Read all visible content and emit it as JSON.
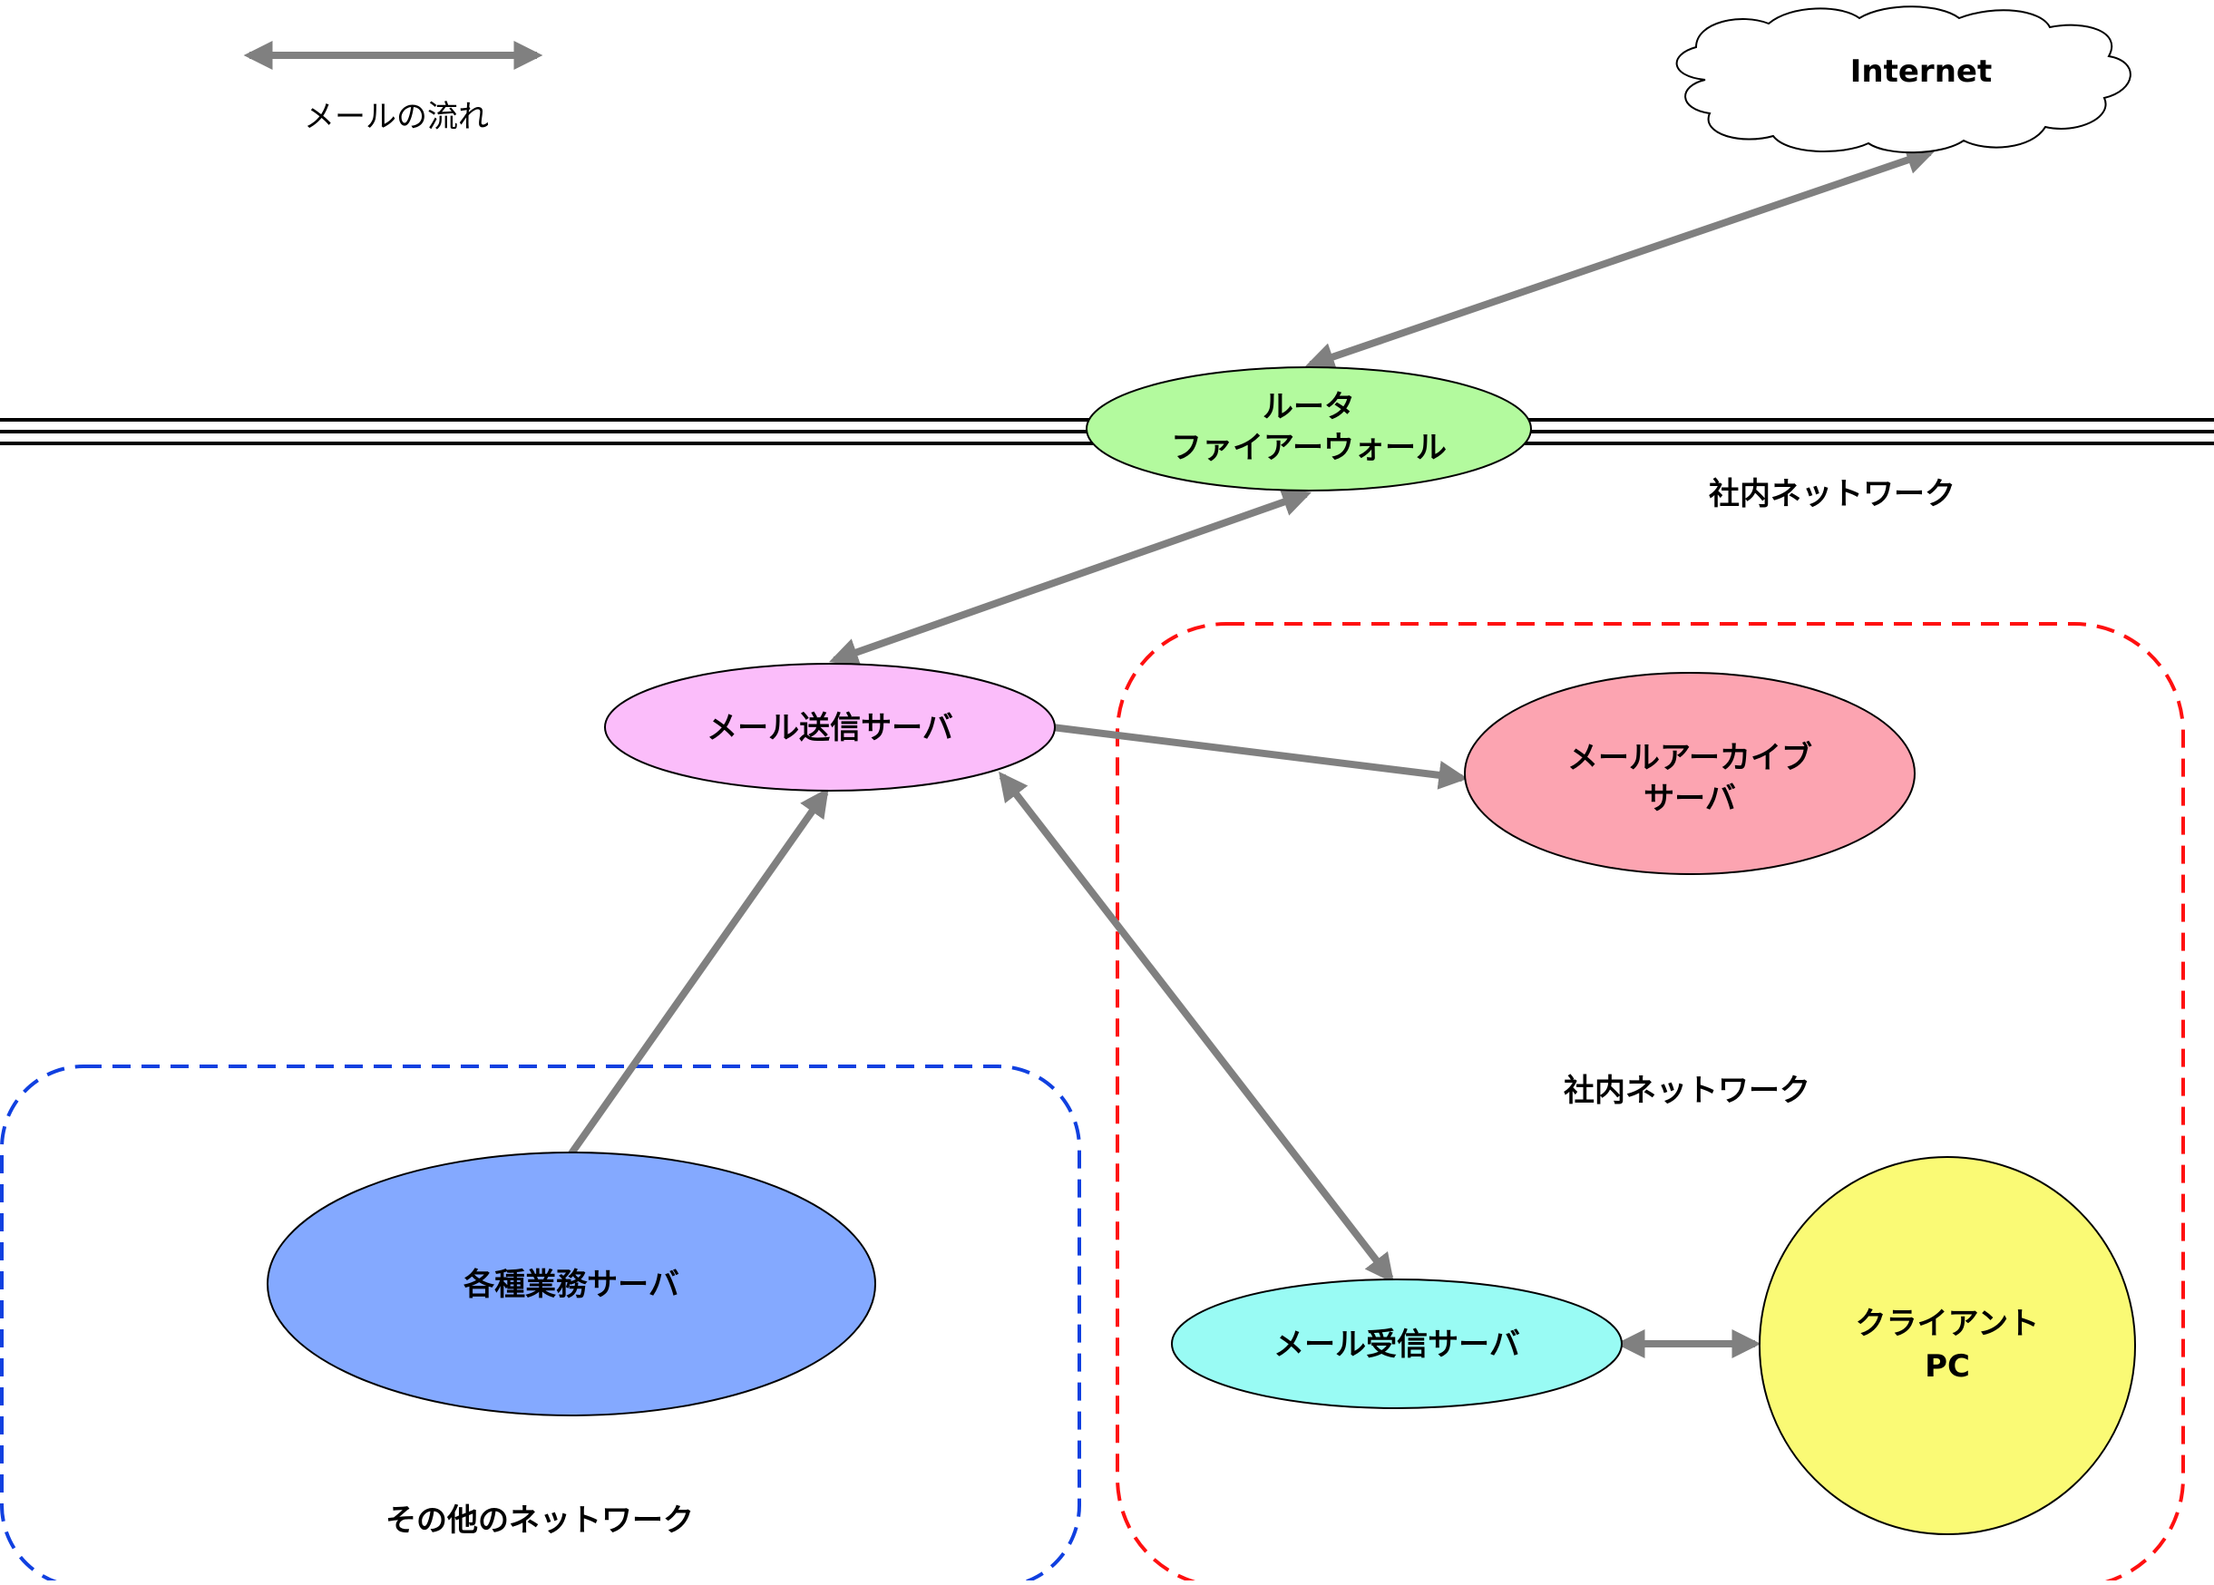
{
  "legend": {
    "label": "メールの流れ"
  },
  "nodes": {
    "internet": {
      "label": "Internet"
    },
    "router": {
      "line1": "ルータ",
      "line2": "ファイアーウォール"
    },
    "send_server": {
      "label": "メール送信サーバ"
    },
    "archive_server": {
      "line1": "メールアーカイブ",
      "line2": "サーバ"
    },
    "business_servers": {
      "label": "各種業務サーバ"
    },
    "recv_server": {
      "label": "メール受信サーバ"
    },
    "client_pc": {
      "line1": "クライアント",
      "line2": "PC"
    }
  },
  "zones": {
    "backbone_label": "社内ネットワーク",
    "internal_label": "社内ネットワーク",
    "other_label": "その他のネットワーク"
  },
  "colors": {
    "arrow": "#808080",
    "router_fill": "#b3fa9e",
    "send_fill": "#fbbdfa",
    "archive_fill": "#fca4b1",
    "business_fill": "#84a9ff",
    "recv_fill": "#99fbf4",
    "client_fill": "#fafa75",
    "internal_border": "#ff1010",
    "other_border": "#1040e0"
  }
}
